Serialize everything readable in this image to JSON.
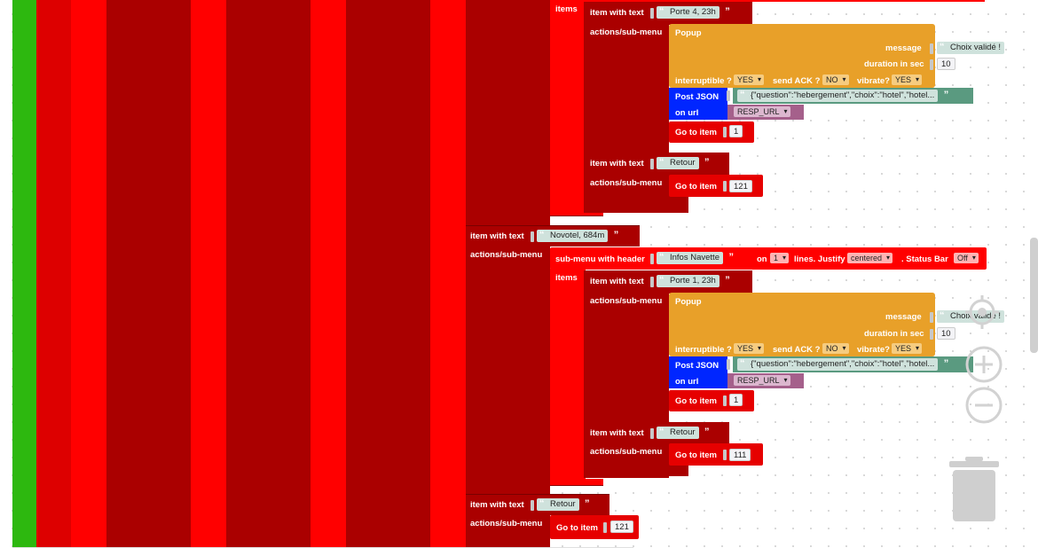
{
  "colors": {
    "menu_red": "#aa0000",
    "bright_red": "#ff0000",
    "block_red": "#e60000",
    "popup_orange": "#e8a029",
    "json_blue": "#0026ff",
    "json_green": "#5a9a80",
    "url_purple": "#a5608b",
    "rail_green": "#2db80f"
  },
  "labels": {
    "items": "items",
    "item_with_text": "item with text",
    "actions_submenu": "actions/sub-menu",
    "popup": "Popup",
    "message": "message",
    "duration": "duration in sec",
    "interruptible": "interruptible ?",
    "send_ack": "send ACK ?",
    "vibrate": "vibrate?",
    "post_json": "Post JSON",
    "on_url": "on url",
    "go_to_item": "Go to item",
    "submenu_header": "sub-menu with header",
    "on": "on",
    "lines_justify": "lines. Justify",
    "status_bar": ". Status Bar"
  },
  "block_top": {
    "item_text": "Porte 4, 23h",
    "popup": {
      "message": "Choix validé !",
      "duration": "10",
      "interruptible": "YES",
      "send_ack": "NO",
      "vibrate": "YES"
    },
    "json": "{\"question\":\"hebergement\",\"choix\":\"hotel\",\"hotel...",
    "url": "RESP_URL",
    "goto": "1",
    "retour_text": "Retour",
    "retour_goto": "121"
  },
  "novotel": {
    "item_text": "Novotel, 684m",
    "header": "Infos Navette",
    "lines": "1",
    "justify": "centered",
    "status_bar": "Off",
    "sub_item_text": "Porte 1, 23h",
    "popup": {
      "message": "Choix validé !",
      "duration": "10",
      "interruptible": "YES",
      "send_ack": "NO",
      "vibrate": "YES"
    },
    "json": "{\"question\":\"hebergement\",\"choix\":\"hotel\",\"hotel...",
    "url": "RESP_URL",
    "goto": "1",
    "retour_text": "Retour",
    "retour_goto": "111"
  },
  "bottom": {
    "retour_text": "Retour",
    "goto": "121"
  },
  "controls": {
    "recenter": "target-icon",
    "zoom_in": "zoom-in-icon",
    "zoom_out": "zoom-out-icon",
    "trash": "trash-icon"
  }
}
